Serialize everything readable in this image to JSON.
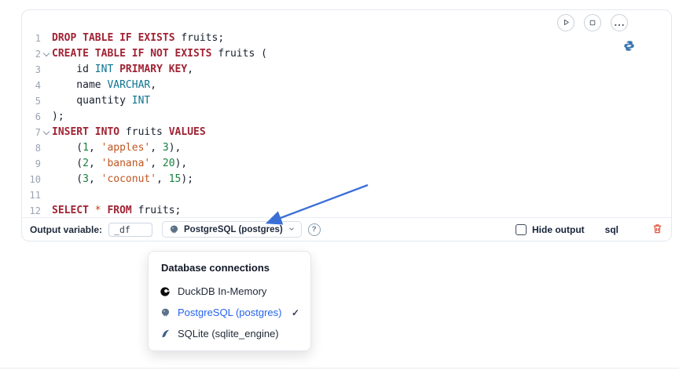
{
  "cell": {
    "actions": [
      {
        "name": "run-cell-button",
        "icon": "play-icon"
      },
      {
        "name": "stop-cell-button",
        "icon": "stop-square-icon"
      },
      {
        "name": "cell-menu-button",
        "icon": "ellipsis-icon"
      }
    ],
    "language_icon": "python-icon"
  },
  "editor": {
    "lines": [
      {
        "num": "1",
        "fold": false,
        "tokens": [
          [
            "kw",
            "DROP TABLE IF EXISTS"
          ],
          [
            "pl",
            " fruits;"
          ]
        ]
      },
      {
        "num": "2",
        "fold": true,
        "tokens": [
          [
            "kw",
            "CREATE TABLE IF NOT EXISTS"
          ],
          [
            "pl",
            " fruits ("
          ]
        ]
      },
      {
        "num": "3",
        "fold": false,
        "tokens": [
          [
            "pl",
            "    id "
          ],
          [
            "ty",
            "INT"
          ],
          [
            "pl",
            " "
          ],
          [
            "kw",
            "PRIMARY KEY"
          ],
          [
            "pl",
            ","
          ]
        ]
      },
      {
        "num": "4",
        "fold": false,
        "tokens": [
          [
            "pl",
            "    name "
          ],
          [
            "ty",
            "VARCHAR"
          ],
          [
            "pl",
            ","
          ]
        ]
      },
      {
        "num": "5",
        "fold": false,
        "tokens": [
          [
            "pl",
            "    quantity "
          ],
          [
            "ty",
            "INT"
          ]
        ]
      },
      {
        "num": "6",
        "fold": false,
        "tokens": [
          [
            "pl",
            ");"
          ]
        ]
      },
      {
        "num": "7",
        "fold": true,
        "tokens": [
          [
            "kw",
            "INSERT INTO"
          ],
          [
            "pl",
            " fruits "
          ],
          [
            "kw",
            "VALUES"
          ]
        ]
      },
      {
        "num": "8",
        "fold": false,
        "tokens": [
          [
            "pl",
            "    ("
          ],
          [
            "nu",
            "1"
          ],
          [
            "pl",
            ", "
          ],
          [
            "st",
            "'apples'"
          ],
          [
            "pl",
            ", "
          ],
          [
            "nu",
            "3"
          ],
          [
            "pl",
            "),"
          ]
        ]
      },
      {
        "num": "9",
        "fold": false,
        "tokens": [
          [
            "pl",
            "    ("
          ],
          [
            "nu",
            "2"
          ],
          [
            "pl",
            ", "
          ],
          [
            "st",
            "'banana'"
          ],
          [
            "pl",
            ", "
          ],
          [
            "nu",
            "20"
          ],
          [
            "pl",
            "),"
          ]
        ]
      },
      {
        "num": "10",
        "fold": false,
        "tokens": [
          [
            "pl",
            "    ("
          ],
          [
            "nu",
            "3"
          ],
          [
            "pl",
            ", "
          ],
          [
            "st",
            "'coconut'"
          ],
          [
            "pl",
            ", "
          ],
          [
            "nu",
            "15"
          ],
          [
            "pl",
            ");"
          ]
        ]
      },
      {
        "num": "11",
        "fold": false,
        "tokens": []
      },
      {
        "num": "12",
        "fold": false,
        "tokens": [
          [
            "kw",
            "SELECT"
          ],
          [
            "pl",
            " "
          ],
          [
            "op",
            "*"
          ],
          [
            "pl",
            " "
          ],
          [
            "kw",
            "FROM"
          ],
          [
            "pl",
            " fruits;"
          ]
        ]
      }
    ]
  },
  "footer": {
    "output_variable_label": "Output variable:",
    "output_variable_value": "_df",
    "connection_label": "PostgreSQL (postgres)",
    "connection_icon": "postgresql-icon",
    "help_glyph": "?",
    "hide_output_label": "Hide output",
    "hide_output_checked": false,
    "language_label": "sql",
    "delete_icon": "trash-icon"
  },
  "menu": {
    "header": "Database connections",
    "items": [
      {
        "label": "DuckDB In-Memory",
        "icon": "duckdb-icon",
        "selected": false
      },
      {
        "label": "PostgreSQL (postgres)",
        "icon": "postgresql-icon",
        "selected": true
      },
      {
        "label": "SQLite (sqlite_engine)",
        "icon": "sqlite-icon",
        "selected": false
      }
    ],
    "check_glyph": "✓"
  },
  "colors": {
    "keyword": "#a02334",
    "type": "#0e7490",
    "string": "#c05621",
    "number": "#15803d",
    "operator": "#c2410c",
    "selected": "#2563eb",
    "arrow": "#3a6fd8",
    "trash": "#e2513b"
  }
}
